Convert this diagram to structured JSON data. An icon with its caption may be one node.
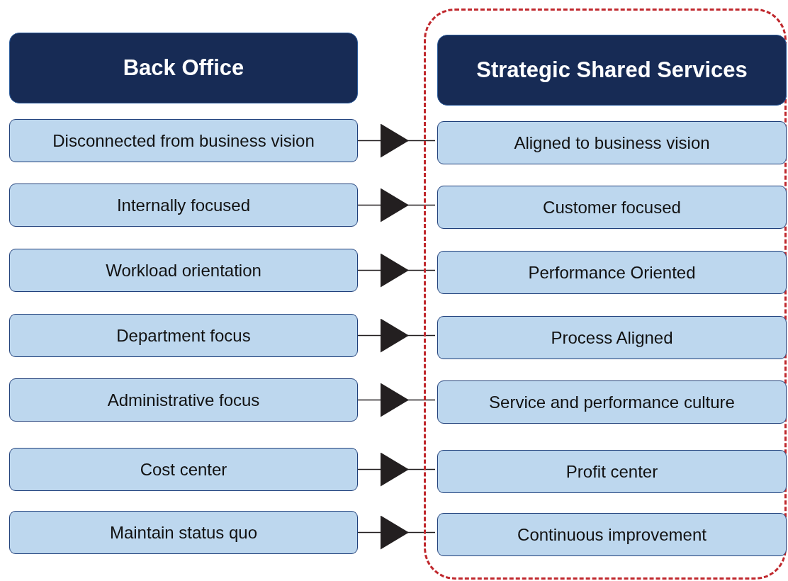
{
  "diagram": {
    "nodes": [
      {
        "text": [
          "Back Office"
        ]
      },
      {
        "text": [],
        "shape": "box"
      },
      {
        "text": [
          "Strategic Shared Services"
        ],
        "in": 1
      },
      {
        "text": [
          "Disconnected from business vision"
        ]
      },
      {
        "text": [
          "Aligned to business vision"
        ],
        "in": 1
      },
      {
        "text": [
          "Internally focused"
        ]
      },
      {
        "text": [
          "Customer focused"
        ],
        "in": 1
      },
      {
        "text": [
          "Workload orientation"
        ]
      },
      {
        "text": [
          "Performance Oriented"
        ],
        "in": 1
      },
      {
        "text": [
          "Department focus"
        ]
      },
      {
        "text": [
          "Process Aligned"
        ],
        "in": 1
      },
      {
        "text": [
          "Administrative focus"
        ]
      },
      {
        "text": [
          "Service and performance culture"
        ],
        "in": 1
      },
      {
        "text": [
          "Cost center"
        ]
      },
      {
        "text": [
          "Profit center"
        ],
        "in": 1
      },
      {
        "text": [
          "Maintain status quo"
        ]
      },
      {
        "text": [
          "Continuous improvement"
        ],
        "in": 1
      }
    ],
    "edges": [
      {
        "from": 3,
        "to": 4,
        "arrow": "to"
      },
      {
        "from": 5,
        "to": 6,
        "arrow": "to"
      },
      {
        "from": 7,
        "to": 8,
        "arrow": "to"
      },
      {
        "from": 9,
        "to": 10,
        "arrow": "to"
      },
      {
        "from": 11,
        "to": 12,
        "arrow": "to"
      },
      {
        "from": 13,
        "to": 14,
        "arrow": "to"
      },
      {
        "from": 15,
        "to": 16,
        "arrow": "to"
      }
    ]
  }
}
